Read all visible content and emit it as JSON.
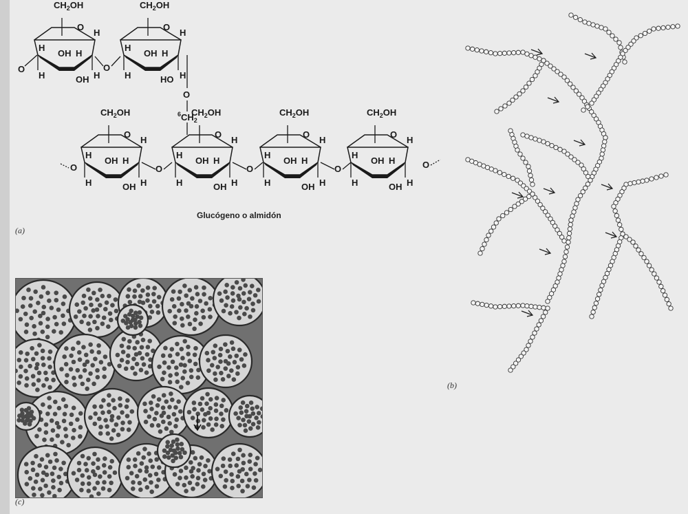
{
  "figure": {
    "caption_a": "Glucógeno o almidón",
    "label_a": "(a)",
    "label_b": "(b)",
    "label_c": "(c)"
  },
  "atoms": {
    "ch2oh": "CH",
    "ch2oh_sub": "2",
    "ch2oh_tail": "OH",
    "h": "H",
    "o": "O",
    "oh": "OH",
    "ho": "HO",
    "ch2_pre": "6",
    "ch2": "CH",
    "ch2_sub": "2"
  }
}
